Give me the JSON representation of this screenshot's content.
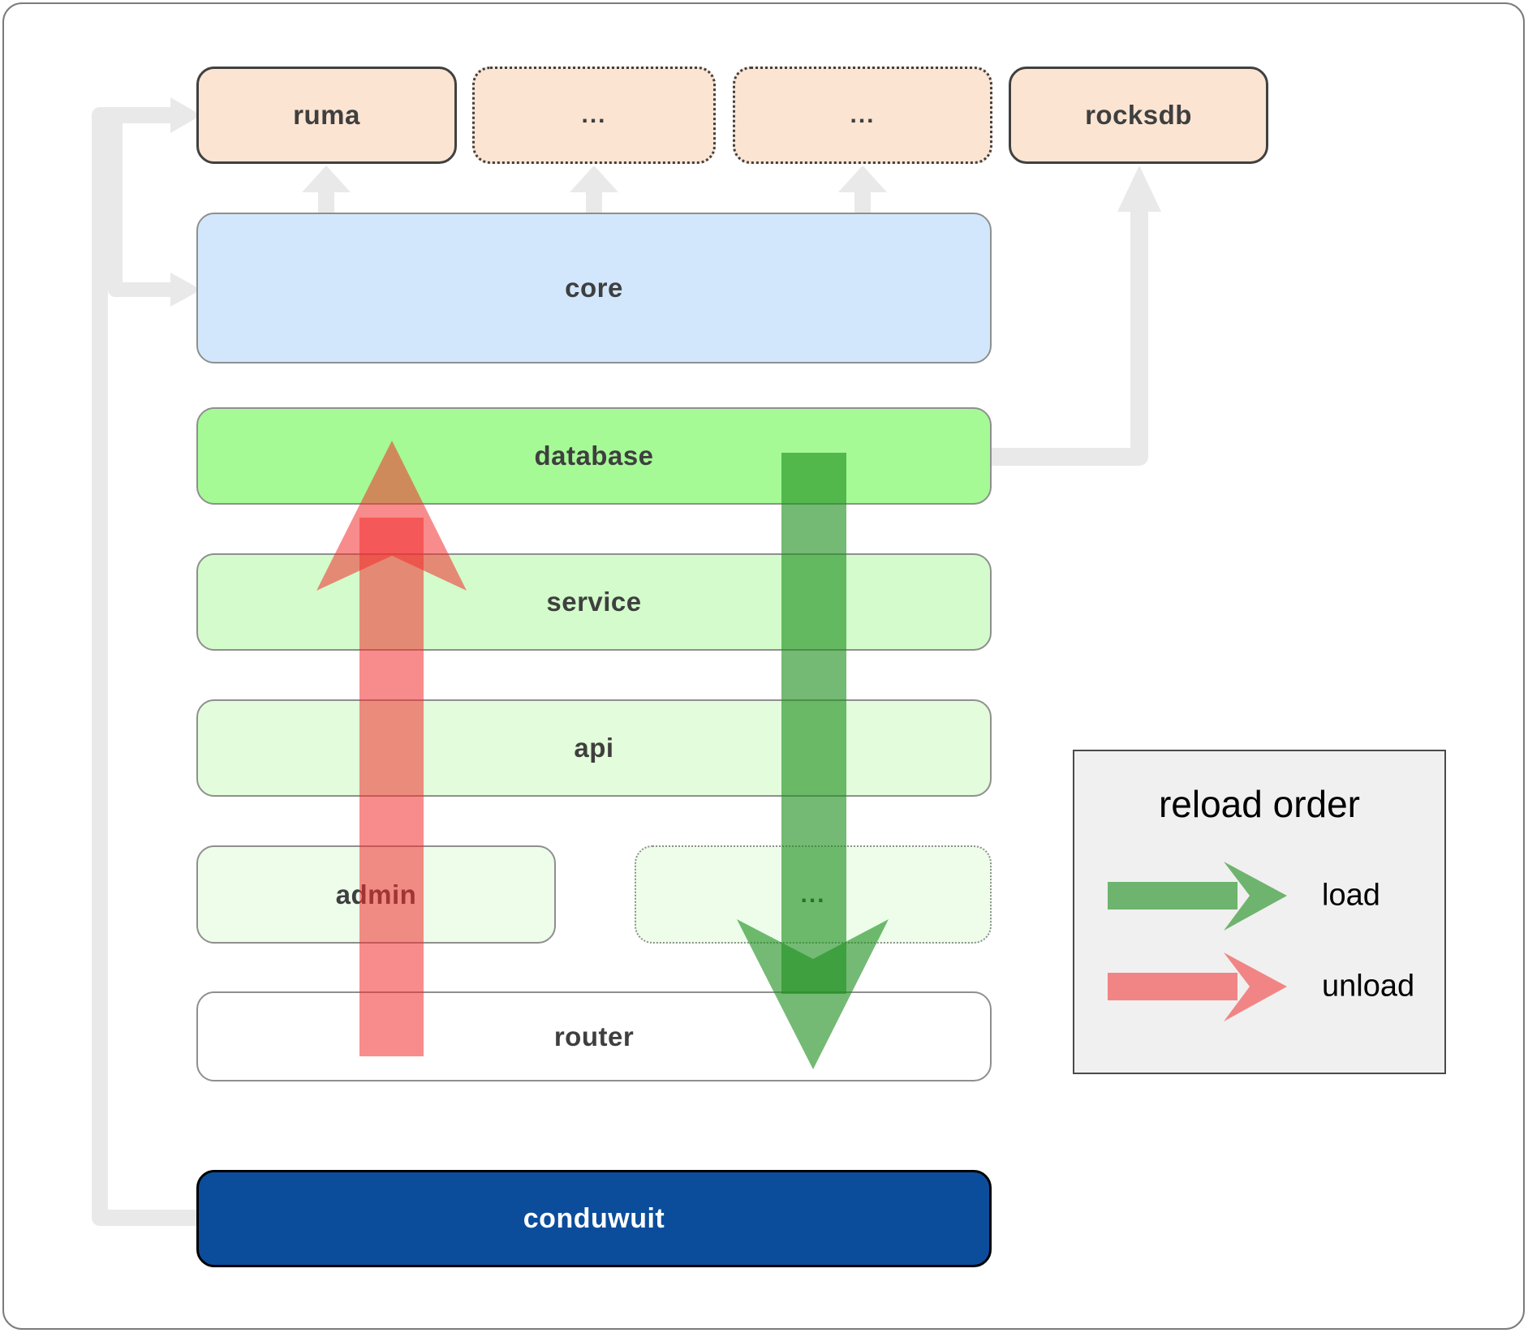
{
  "diagram": {
    "nodes": {
      "ruma": {
        "label": "ruma"
      },
      "dots_top_1": {
        "label": "..."
      },
      "dots_top_2": {
        "label": "..."
      },
      "rocksdb": {
        "label": "rocksdb"
      },
      "core": {
        "label": "core"
      },
      "database": {
        "label": "database"
      },
      "service": {
        "label": "service"
      },
      "api": {
        "label": "api"
      },
      "admin": {
        "label": "admin"
      },
      "dots_mid": {
        "label": "..."
      },
      "router": {
        "label": "router"
      },
      "conduwuit": {
        "label": "conduwuit"
      }
    },
    "arrows": {
      "load": {
        "direction": "down"
      },
      "unload": {
        "direction": "up"
      }
    },
    "legend": {
      "title": "reload order",
      "items": [
        {
          "id": "load",
          "label": "load"
        },
        {
          "id": "unload",
          "label": "unload"
        }
      ]
    }
  },
  "colors": {
    "peach": "#fce4d2",
    "blue": "#d2e7fb",
    "green-bright": "#a5fa96",
    "green-light": "#d3fbcb",
    "green-lighter": "#e3fcdb",
    "green-faint": "#edfdea",
    "navy": "#0b4d9b",
    "white": "#ffffff",
    "edge-gray": "#e9e9e9",
    "legend-bg": "#f0f0f0",
    "load-green": "#1f901f",
    "unload-red": "#f22e2e",
    "border-dark": "#404040",
    "border-gray": "#8f8f8f",
    "text-dark": "#3f3f3f",
    "text-light": "#ffffff"
  }
}
